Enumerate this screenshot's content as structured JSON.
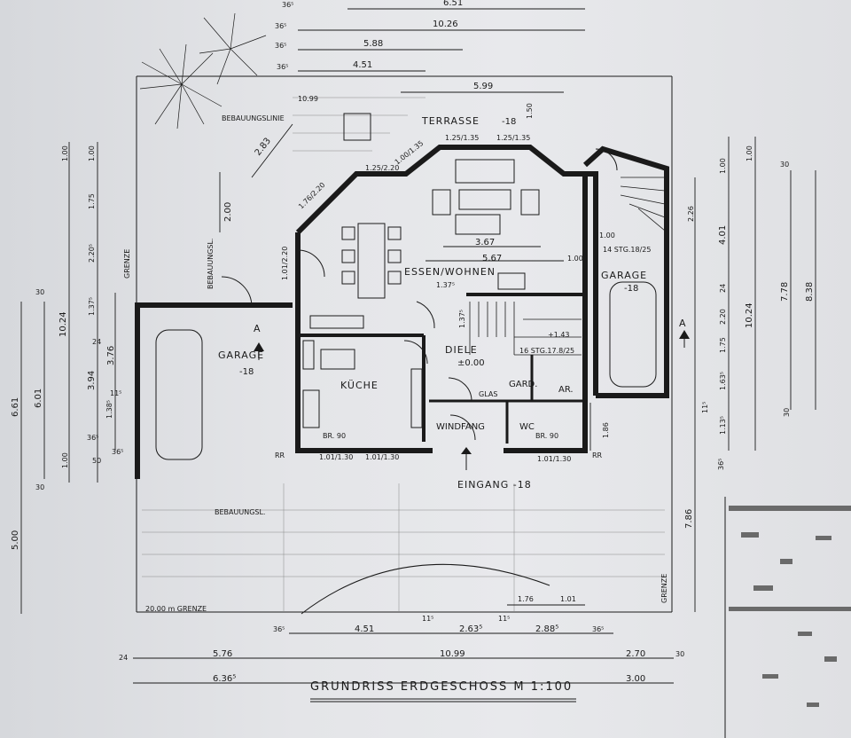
{
  "title": "GRUNDRISS  ERDGESCHOSS  M 1:100",
  "rooms": {
    "terrasse": "TERRASSE",
    "terrasse_level": "-18",
    "essen_wohnen": "ESSEN/WOHNEN",
    "kueche": "KÜCHE",
    "diele": "DIELE",
    "diele_level": "±0.00",
    "garage_left": "GARAGE",
    "garage_left_level": "-18",
    "garage_right": "GARAGE",
    "garage_right_level": "-18",
    "windfang": "WINDFANG",
    "wc": "WC",
    "gard": "GARD.",
    "ar": "AR.",
    "glas": "GLAS",
    "eingang": "EINGANG -18",
    "level_143": "+1.43"
  },
  "annotations": {
    "bebauungslinie": "BEBAUUNGSLINIE",
    "bebauungsl_left": "BEBAUUNGSL.",
    "bebauungsl_bottom": "BEBAUUNGSL.",
    "grenze_left": "GRENZE",
    "grenze_right": "GRENZE",
    "grenze_bottom": "20.00 m  GRENZE",
    "section_a_left": "A",
    "section_a_right": "A",
    "stairs_main": "16 STG.17.8/25",
    "stairs_garage": "14 STG.18/25",
    "rr_left": "RR",
    "rr_right": "RR"
  },
  "windows": [
    "1.25/1.35",
    "1.25/1.35",
    "1.25/2.20",
    "1.00/1.35",
    "1.76/2.20",
    "1.01/2.20",
    "1.01/1.30",
    "1.01/1.30",
    "1.01/1.30"
  ],
  "parapets": [
    "BR. 90",
    "BR. 90"
  ],
  "dims_top": [
    "6.51",
    "10.26",
    "5.88",
    "4.51",
    "10.99",
    "5.99",
    "1.50"
  ],
  "dims_interior": [
    "2.83",
    "2.00",
    "3.67",
    "5.67",
    "1.00",
    "1.37⁵",
    "1.37⁵",
    "2.26",
    "1.00",
    "1.86",
    "1.76",
    "1.01"
  ],
  "dims_left_outer": [
    "6.61",
    "6.01",
    "10.24",
    "3.76",
    "3.94",
    "1.38⁵",
    "30",
    "30"
  ],
  "dims_left_inner": [
    "1.00",
    "1.75",
    "2.20⁵",
    "1.37⁵",
    "1.00",
    "24",
    "36⁵",
    "11⁵",
    "50",
    "36⁵",
    "1.00"
  ],
  "dims_right": [
    "1.00",
    "4.01",
    "24",
    "2.20",
    "1.75",
    "1.63⁵",
    "1.13⁵",
    "10.24",
    "7.78",
    "8.38",
    "1.00",
    "30",
    "30",
    "36⁵",
    "11⁵"
  ],
  "dims_bottom_row1": [
    "36⁵",
    "4.51",
    "11⁵",
    "2.63⁵",
    "11⁵",
    "2.88⁵",
    "36⁵"
  ],
  "dims_bottom_row2": [
    "24",
    "5.76",
    "10.99",
    "2.70",
    "30"
  ],
  "dims_bottom_row3": [
    "6.36⁵",
    "3.00"
  ],
  "dims_left_bottom": [
    "5.00"
  ],
  "dims_right_bottom": [
    "7.86"
  ],
  "top_right_marks": [
    "36⁵",
    "36⁵",
    "36⁵",
    "36⁵"
  ]
}
